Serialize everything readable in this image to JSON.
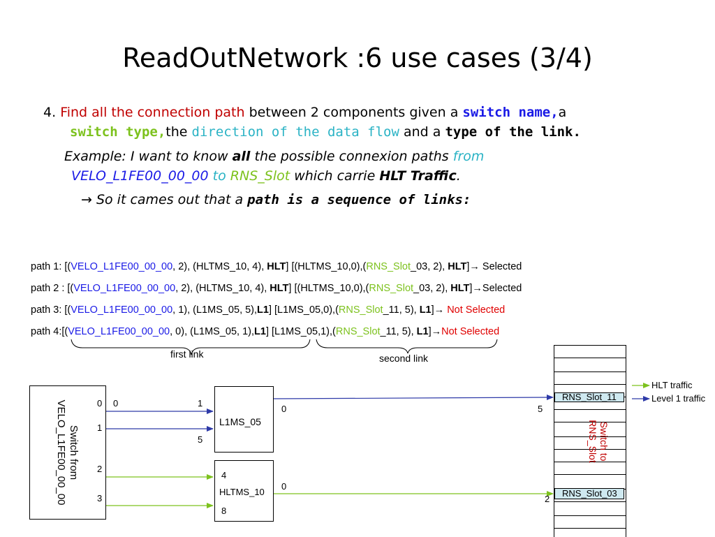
{
  "title": "ReadOutNetwork :6 use cases (3/4)",
  "item": {
    "number": "4.",
    "red_phrase": "Find all the connection path",
    "text1": " between 2 components given a ",
    "switch_name": "switch name,",
    "text2": "a",
    "switch_type": "switch type,",
    "text3": "the ",
    "direction": "direction of the data flow",
    "text4": " and a ",
    "type_link": "type of the link."
  },
  "example": {
    "pre": "Example: I want to know ",
    "all": "all",
    "mid": " the possible connexion paths ",
    "from": "from",
    "source": "VELO_L1FE00_00_00",
    "to": "to",
    "dest": "RNS_Slot",
    "carrie": " which carrie ",
    "traffic": "HLT Traffic",
    "period": "."
  },
  "conclusion": {
    "arrow": "→ So it cames out  that a ",
    "bold": "path is a sequence of links:"
  },
  "paths": [
    {
      "prefix": "path  1: [(",
      "src": "VELO_L1FE00_00_00",
      "a": ", 2), (HLTMS_10, 4), ",
      "type1": "HLT",
      "b": "] [(HLTMS_10,0),(",
      "dst": "RNS_Slot",
      "c": "_03, 2), ",
      "type2": "HLT",
      "d": "]→ ",
      "result": "Selected"
    },
    {
      "prefix": "path 2 : [(",
      "src": "VELO_L1FE00_00_00",
      "a": ", 2), (HLTMS_10, 4), ",
      "type1": "HLT",
      "b": "] [(HLTMS_10,0),(",
      "dst": "RNS_Slot",
      "c": "_03, 2), ",
      "type2": "HLT",
      "d": "]→",
      "result": "Selected"
    },
    {
      "prefix": "path 3:  [(",
      "src": "VELO_L1FE00_00_00",
      "a": ", 1), (L1MS_05, 5),",
      "type1": "L1",
      "b": "] [L1MS_05,0),(",
      "dst": "RNS_Slot",
      "c": "_11, 5), ",
      "type2": "L1",
      "d": "]→ ",
      "result": "Not Selected"
    },
    {
      "prefix": "path 4:[(",
      "src": "VELO_L1FE00_00_00",
      "a": ", 0), (L1MS_05, 1),",
      "type1": "L1",
      "b": "] [L1MS_05,1),(",
      "dst": "RNS_Slot",
      "c": "_11, 5), ",
      "type2": "L1",
      "d": "]→",
      "result": "Not Selected"
    }
  ],
  "brace_labels": {
    "first": "first link",
    "second": "second link"
  },
  "diagram": {
    "source_box": {
      "line1": "Switch from",
      "line2": "VELO_L1FE00_00_00"
    },
    "source_ports": [
      "0",
      "1",
      "2",
      "3"
    ],
    "l1ms": {
      "name": "L1MS_05",
      "in_ports": [
        "0",
        "1",
        "5"
      ],
      "out_port": "0"
    },
    "hltms": {
      "name": "HLTMS_10",
      "in_ports": [
        "4",
        "8"
      ],
      "out_port": "0"
    },
    "rns": {
      "label_top": "RNS_Slot_11",
      "label_bottom": "RNS_Slot_03",
      "port_top": "5",
      "port_bottom": "2",
      "vtext1": "Switch to",
      "vtext2": "RNS_Slot"
    },
    "legend": {
      "hlt": "HLT traffic",
      "l1": "Level 1 traffic"
    },
    "colors": {
      "hlt": "#7dc21e",
      "l1": "#2e3aa8",
      "rns_cell": "#cfe9f0",
      "vtext": "#c00000"
    }
  }
}
